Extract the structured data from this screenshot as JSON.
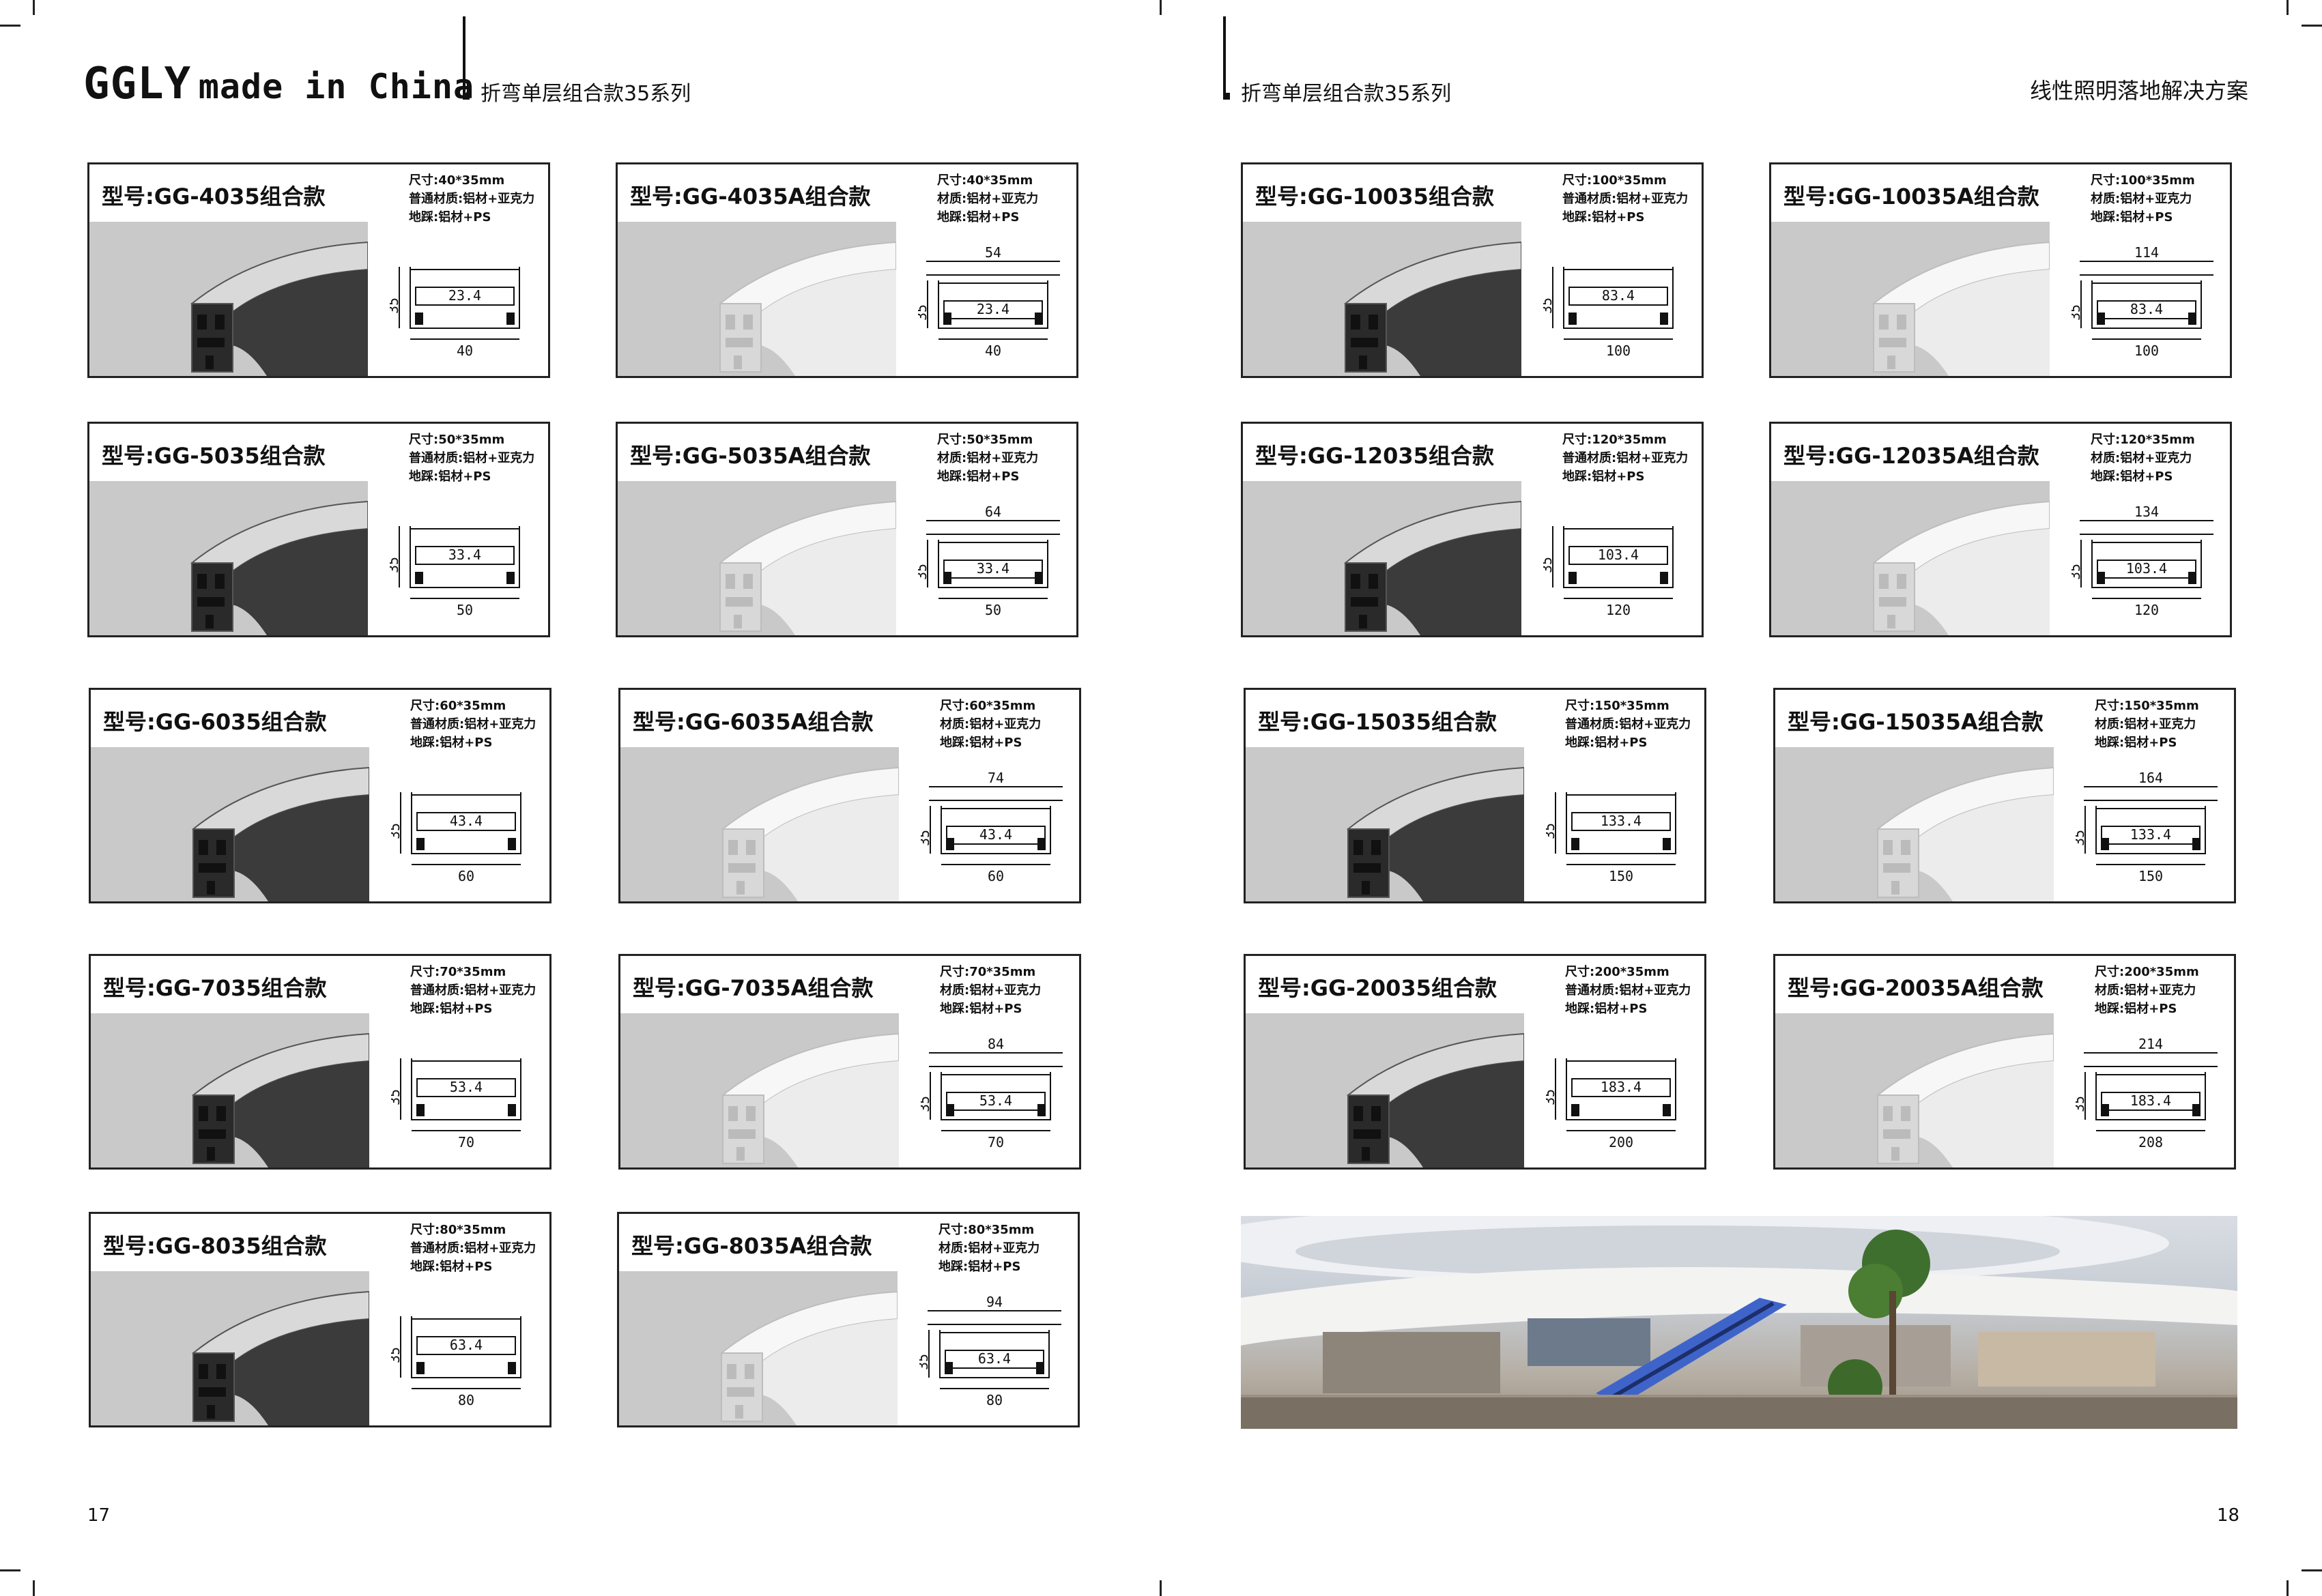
{
  "header": {
    "brand_big": "GGLY",
    "brand_small": "made in China",
    "series_left": "折弯单层组合款35系列",
    "series_right": "折弯单层组合款35系列",
    "right_title": "线性照明落地解决方案"
  },
  "pages": {
    "left": "17",
    "right": "18"
  },
  "cards": [
    {
      "title": "型号:GG-4035组合款",
      "size": "尺寸:40*35mm",
      "material": "普通材质:铝材+亚克力",
      "base": "地踩:铝材+PS",
      "inner": "23.4",
      "width": "40",
      "top": "",
      "height": "35",
      "variant": "dark"
    },
    {
      "title": "型号:GG-4035A组合款",
      "size": "尺寸:40*35mm",
      "material": "材质:铝材+亚克力",
      "base": "地踩:铝材+PS",
      "inner": "23.4",
      "width": "40",
      "top": "54",
      "height": "35",
      "variant": "silver"
    },
    {
      "title": "型号:GG-5035组合款",
      "size": "尺寸:50*35mm",
      "material": "普通材质:铝材+亚克力",
      "base": "地踩:铝材+PS",
      "inner": "33.4",
      "width": "50",
      "top": "",
      "height": "35",
      "variant": "dark"
    },
    {
      "title": "型号:GG-5035A组合款",
      "size": "尺寸:50*35mm",
      "material": "材质:铝材+亚克力",
      "base": "地踩:铝材+PS",
      "inner": "33.4",
      "width": "50",
      "top": "64",
      "height": "35",
      "variant": "silver"
    },
    {
      "title": "型号:GG-6035组合款",
      "size": "尺寸:60*35mm",
      "material": "普通材质:铝材+亚克力",
      "base": "地踩:铝材+PS",
      "inner": "43.4",
      "width": "60",
      "top": "",
      "height": "35",
      "variant": "dark"
    },
    {
      "title": "型号:GG-6035A组合款",
      "size": "尺寸:60*35mm",
      "material": "材质:铝材+亚克力",
      "base": "地踩:铝材+PS",
      "inner": "43.4",
      "width": "60",
      "top": "74",
      "height": "35",
      "variant": "silver"
    },
    {
      "title": "型号:GG-7035组合款",
      "size": "尺寸:70*35mm",
      "material": "普通材质:铝材+亚克力",
      "base": "地踩:铝材+PS",
      "inner": "53.4",
      "width": "70",
      "top": "",
      "height": "35",
      "variant": "dark"
    },
    {
      "title": "型号:GG-7035A组合款",
      "size": "尺寸:70*35mm",
      "material": "材质:铝材+亚克力",
      "base": "地踩:铝材+PS",
      "inner": "53.4",
      "width": "70",
      "top": "84",
      "height": "35",
      "variant": "silver"
    },
    {
      "title": "型号:GG-8035组合款",
      "size": "尺寸:80*35mm",
      "material": "普通材质:铝材+亚克力",
      "base": "地踩:铝材+PS",
      "inner": "63.4",
      "width": "80",
      "top": "",
      "height": "35",
      "variant": "dark"
    },
    {
      "title": "型号:GG-8035A组合款",
      "size": "尺寸:80*35mm",
      "material": "材质:铝材+亚克力",
      "base": "地踩:铝材+PS",
      "inner": "63.4",
      "width": "80",
      "top": "94",
      "height": "35",
      "variant": "silver"
    },
    {
      "title": "型号:GG-10035组合款",
      "size": "尺寸:100*35mm",
      "material": "普通材质:铝材+亚克力",
      "base": "地踩:铝材+PS",
      "inner": "83.4",
      "width": "100",
      "top": "",
      "height": "35",
      "variant": "dark"
    },
    {
      "title": "型号:GG-10035A组合款",
      "size": "尺寸:100*35mm",
      "material": "材质:铝材+亚克力",
      "base": "地踩:铝材+PS",
      "inner": "83.4",
      "width": "100",
      "top": "114",
      "height": "35",
      "variant": "silver"
    },
    {
      "title": "型号:GG-12035组合款",
      "size": "尺寸:120*35mm",
      "material": "普通材质:铝材+亚克力",
      "base": "地踩:铝材+PS",
      "inner": "103.4",
      "width": "120",
      "top": "",
      "height": "35",
      "variant": "dark"
    },
    {
      "title": "型号:GG-12035A组合款",
      "size": "尺寸:120*35mm",
      "material": "材质:铝材+亚克力",
      "base": "地踩:铝材+PS",
      "inner": "103.4",
      "width": "120",
      "top": "134",
      "height": "35",
      "variant": "silver"
    },
    {
      "title": "型号:GG-15035组合款",
      "size": "尺寸:150*35mm",
      "material": "普通材质:铝材+亚克力",
      "base": "地踩:铝材+PS",
      "inner": "133.4",
      "width": "150",
      "top": "",
      "height": "35",
      "variant": "dark"
    },
    {
      "title": "型号:GG-15035A组合款",
      "size": "尺寸:150*35mm",
      "material": "材质:铝材+亚克力",
      "base": "地踩:铝材+PS",
      "inner": "133.4",
      "width": "150",
      "top": "164",
      "height": "35",
      "variant": "silver"
    },
    {
      "title": "型号:GG-20035组合款",
      "size": "尺寸:200*35mm",
      "material": "普通材质:铝材+亚克力",
      "base": "地踩:铝材+PS",
      "inner": "183.4",
      "width": "200",
      "top": "",
      "height": "35",
      "variant": "dark"
    },
    {
      "title": "型号:GG-20035A组合款",
      "size": "尺寸:200*35mm",
      "material": "材质:铝材+亚克力",
      "base": "地踩:铝材+PS",
      "inner": "183.4",
      "width": "208",
      "top": "214",
      "height": "35",
      "variant": "silver"
    }
  ]
}
